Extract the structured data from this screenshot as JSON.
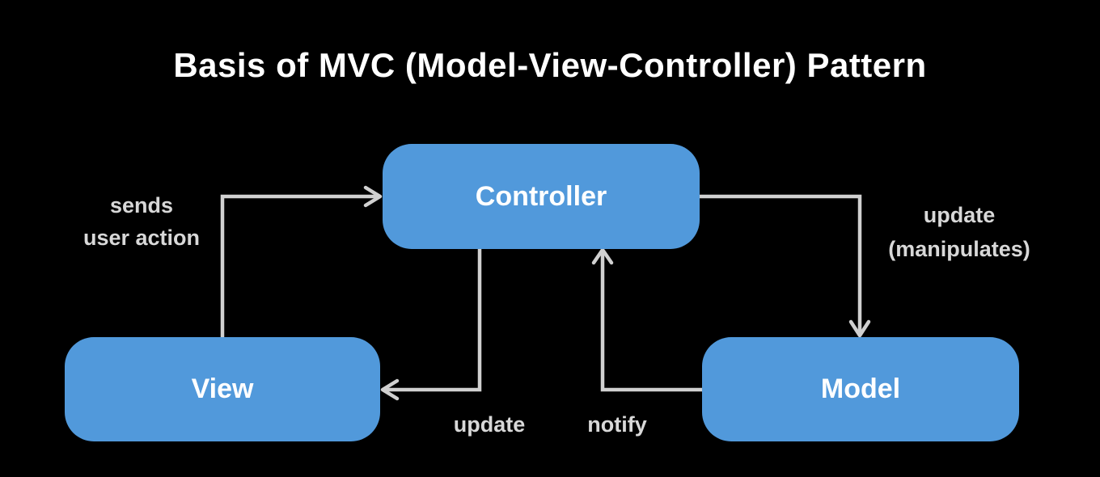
{
  "title": "Basis of MVC (Model-View-Controller) Pattern",
  "colors": {
    "background": "#000000",
    "node_fill": "#5199DB",
    "node_text": "#FFFFFF",
    "arrow": "#D0D0D0",
    "label_text": "#D8D8D8",
    "title_text": "#FFFFFF"
  },
  "nodes": {
    "controller": {
      "label": "Controller"
    },
    "view": {
      "label": "View"
    },
    "model": {
      "label": "Model"
    }
  },
  "edges": {
    "view_to_controller": {
      "from": "View",
      "to": "Controller",
      "label_lines": [
        "sends",
        "user action"
      ]
    },
    "controller_to_model": {
      "from": "Controller",
      "to": "Model",
      "label_lines": [
        "update",
        "(manipulates)"
      ]
    },
    "controller_to_view": {
      "from": "Controller",
      "to": "View",
      "label_lines": [
        "update"
      ]
    },
    "model_to_controller": {
      "from": "Model",
      "to": "Controller",
      "label_lines": [
        "notify"
      ]
    }
  }
}
